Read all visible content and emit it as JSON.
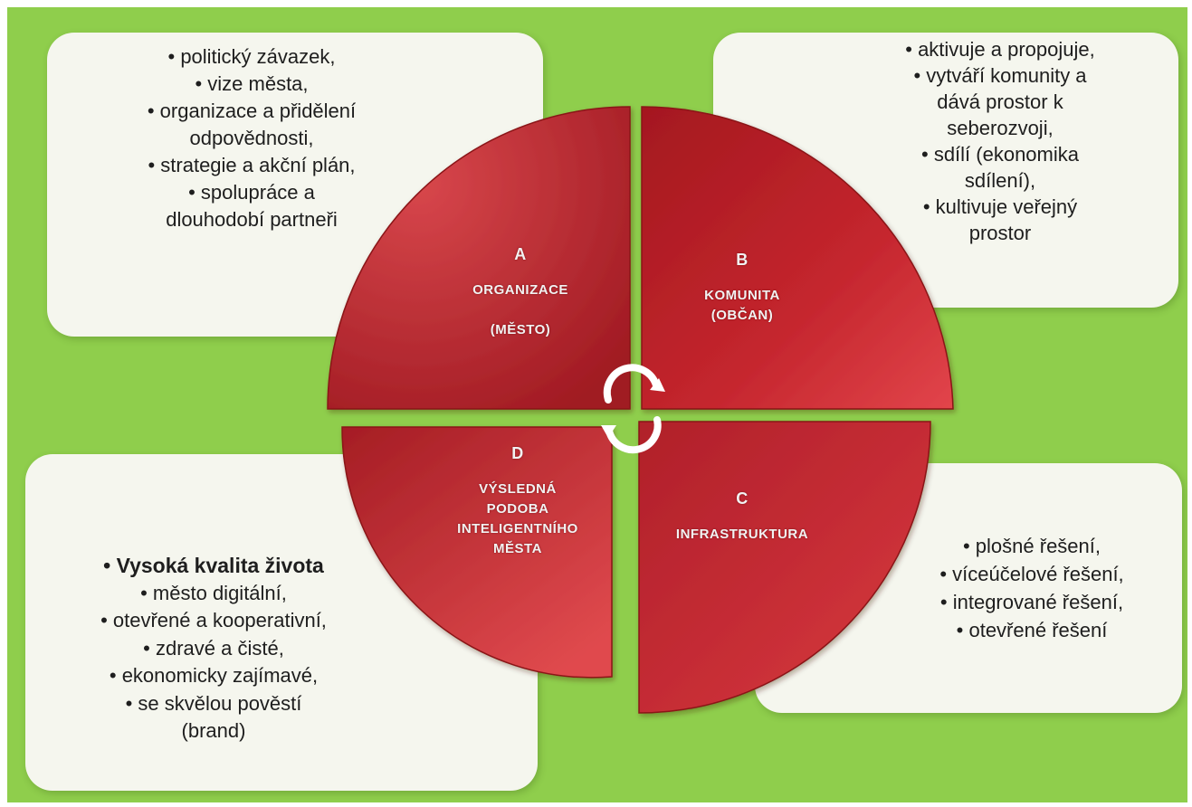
{
  "boxA": {
    "lines": [
      "• politický závazek,",
      "• vize města,",
      "• organizace a přidělení",
      "odpovědnosti,",
      "• strategie a akční plán,",
      "• spolupráce a",
      "dlouhodobí partneři"
    ]
  },
  "boxB": {
    "lines": [
      "• aktivuje a propojuje,",
      "• vytváří komunity a",
      "dává prostor k",
      "seberozvoji,",
      "• sdílí (ekonomika",
      "sdílení),",
      "• kultivuje veřejný",
      "prostor"
    ]
  },
  "boxC": {
    "lines": [
      "• plošné řešení,",
      "• víceúčelové řešení,",
      "• integrované řešení,",
      "• otevřené řešení"
    ]
  },
  "boxD": {
    "title": "• Vysoká kvalita života",
    "lines": [
      "• město digitální,",
      "• otevřené a kooperativní,",
      "• zdravé a čisté,",
      "• ekonomicky zajímavé,",
      "• se skvělou pověstí",
      "(brand)"
    ]
  },
  "quadrants": {
    "A": {
      "letter": "A",
      "name": "ORGANIZACE",
      "sub": "(MĚSTO)"
    },
    "B": {
      "letter": "B",
      "name": "KOMUNITA",
      "sub": "(OBČAN)"
    },
    "C": {
      "letter": "C",
      "name": "INFRASTRUKTURA"
    },
    "D": {
      "letter": "D",
      "name1": "VÝSLEDNÁ",
      "name2": "PODOBA",
      "name3": "INTELIGENTNÍHO",
      "name4": "MĚSTA"
    }
  },
  "colors": {
    "background": "#8fce4c",
    "quadrant": "#c0252c",
    "box": "#f5f6ee"
  },
  "center_icon": "cycle-arrows-icon"
}
